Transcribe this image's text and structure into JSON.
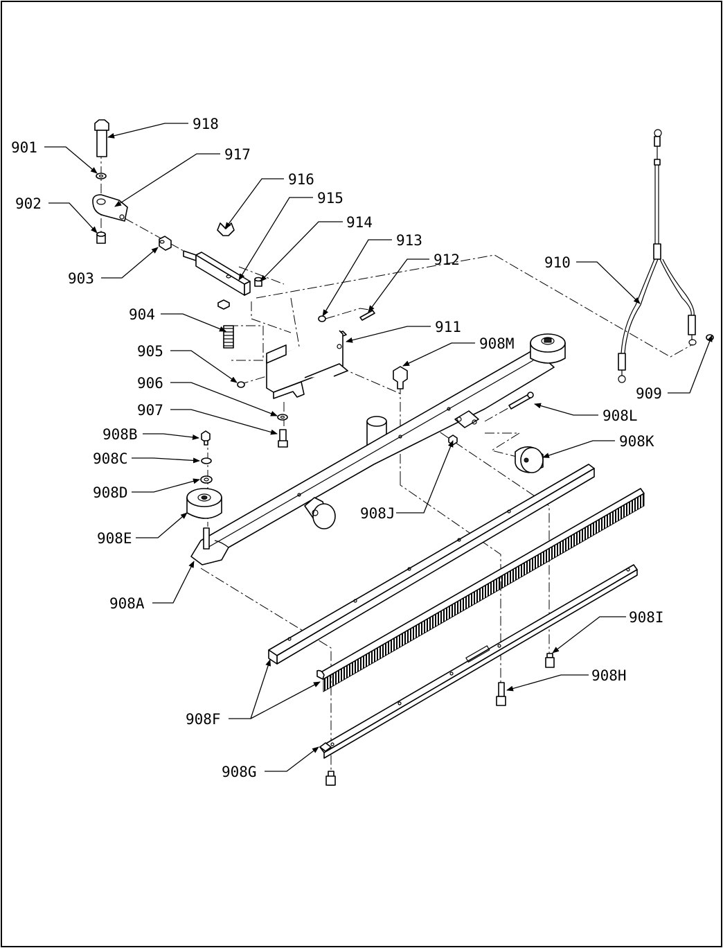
{
  "labels": {
    "l918": "918",
    "l901": "901",
    "l917": "917",
    "l902": "902",
    "l916": "916",
    "l915": "915",
    "l914": "914",
    "l903": "903",
    "l913": "913",
    "l912": "912",
    "l910": "910",
    "l904": "904",
    "l911": "911",
    "l908m": "908M",
    "l905": "905",
    "l906": "906",
    "l907": "907",
    "l908b": "908B",
    "l908c": "908C",
    "l908d": "908D",
    "l908e": "908E",
    "l908l": "908L",
    "l908k": "908K",
    "l909": "909",
    "l908j": "908J",
    "l908a": "908A",
    "l908i": "908I",
    "l908h": "908H",
    "l908f": "908F",
    "l908g": "908G"
  }
}
